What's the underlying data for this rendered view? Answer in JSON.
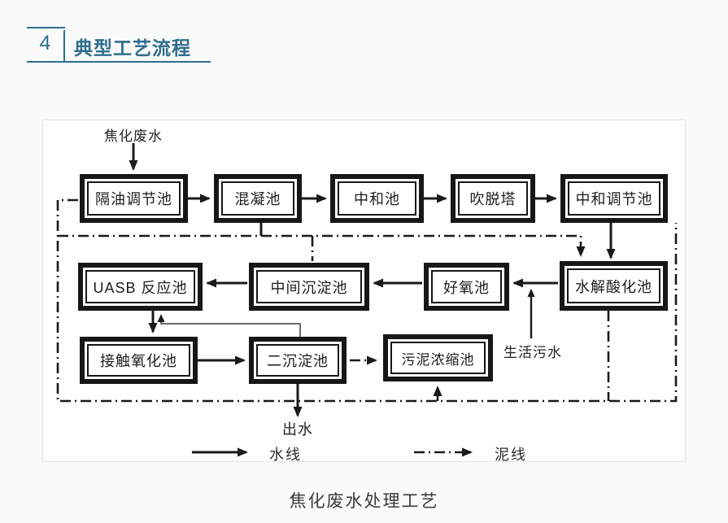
{
  "header": {
    "number": "4",
    "title": "典型工艺流程",
    "accent_color": "#2e6e8e"
  },
  "diagram": {
    "caption": "焦化废水处理工艺",
    "labels": {
      "influent": "焦化废水",
      "effluent": "出水",
      "domestic_sewage": "生活污水"
    },
    "legend": {
      "water_line": "水线",
      "sludge_line": "泥线"
    },
    "boxes": [
      {
        "name": "oil-separation-regulating-tank",
        "label": "隔油调节池"
      },
      {
        "name": "coagulation-tank",
        "label": "混凝池"
      },
      {
        "name": "neutralization-tank",
        "label": "中和池"
      },
      {
        "name": "stripping-tower",
        "label": "吹脱塔"
      },
      {
        "name": "neutralization-regulating-tank",
        "label": "中和调节池"
      },
      {
        "name": "uasb-reactor",
        "label": "UASB 反应池"
      },
      {
        "name": "intermediate-sedimentation-tank",
        "label": "中间沉淀池"
      },
      {
        "name": "aerobic-tank",
        "label": "好氧池"
      },
      {
        "name": "hydrolysis-acidification-tank",
        "label": "水解酸化池"
      },
      {
        "name": "contact-oxidation-tank",
        "label": "接触氧化池"
      },
      {
        "name": "secondary-sedimentation-tank",
        "label": "二沉淀池"
      },
      {
        "name": "sludge-thickening-tank",
        "label": "污泥浓缩池"
      }
    ],
    "colors": {
      "line": "#1a1a1a",
      "box_border": "#171717"
    }
  }
}
